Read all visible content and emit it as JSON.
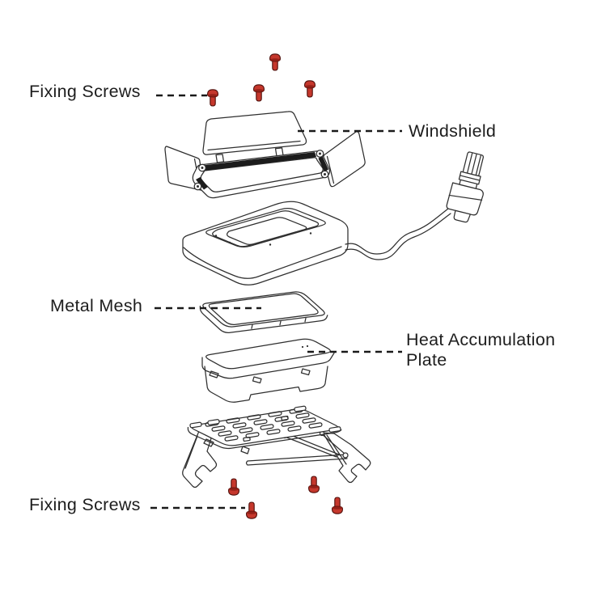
{
  "labels": {
    "fixing_screws_top": "Fixing Screws",
    "windshield": "Windshield",
    "metal_mesh": "Metal Mesh",
    "heat_plate_line1": "Heat Accumulation",
    "heat_plate_line2": "Plate",
    "fixing_screws_bottom": "Fixing Screws"
  },
  "colors": {
    "screw_fill": "#c5372c",
    "screw_outline": "#4d0e0a",
    "screw_flange": "#942018",
    "line": "#2f2f2f",
    "text": "#1d1d1d",
    "background": "#ffffff"
  }
}
